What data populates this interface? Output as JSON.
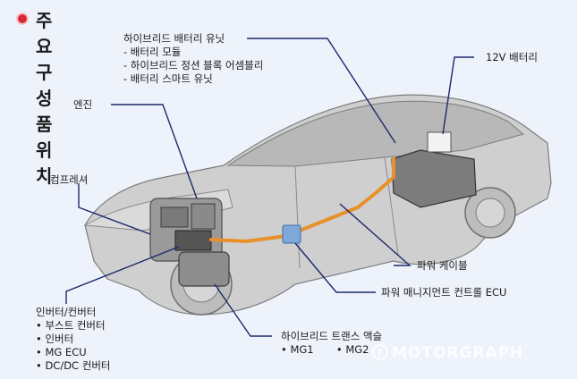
{
  "title": "주요 구성품 위치",
  "labels": {
    "hybrid_battery_unit": "하이브리드 배터리 유닛",
    "hybrid_battery_items": [
      "-  배터리 모듈",
      "-  하이브리드 정션 블록 어셈블리",
      "-  배터리 스마트 유닛"
    ],
    "battery_12v": "12V 배터리",
    "engine": "엔진",
    "compressor": "컴프레셔",
    "power_cable": "파워 케이블",
    "power_management_ecu": "파워 매니지먼트 컨트롤 ECU",
    "inverter_converter": "인버터/컨버터",
    "inverter_items": [
      "•  부스트 컨버터",
      "•  인버터",
      "•  MG ECU",
      "•  DC/DC 컨버터"
    ],
    "hybrid_transaxle": "하이브리드 트랜스 액슬",
    "mg1": "•  MG1",
    "mg2": "•  MG2"
  },
  "watermark": "MOTORGRAPH",
  "colors": {
    "background": "#eef3fb",
    "leader_line": "#1c2a6b",
    "car_body": "#c9c9c9",
    "cable": "#e8902a",
    "ecu": "#7fa8d8",
    "title_icon": "#d8283a"
  }
}
